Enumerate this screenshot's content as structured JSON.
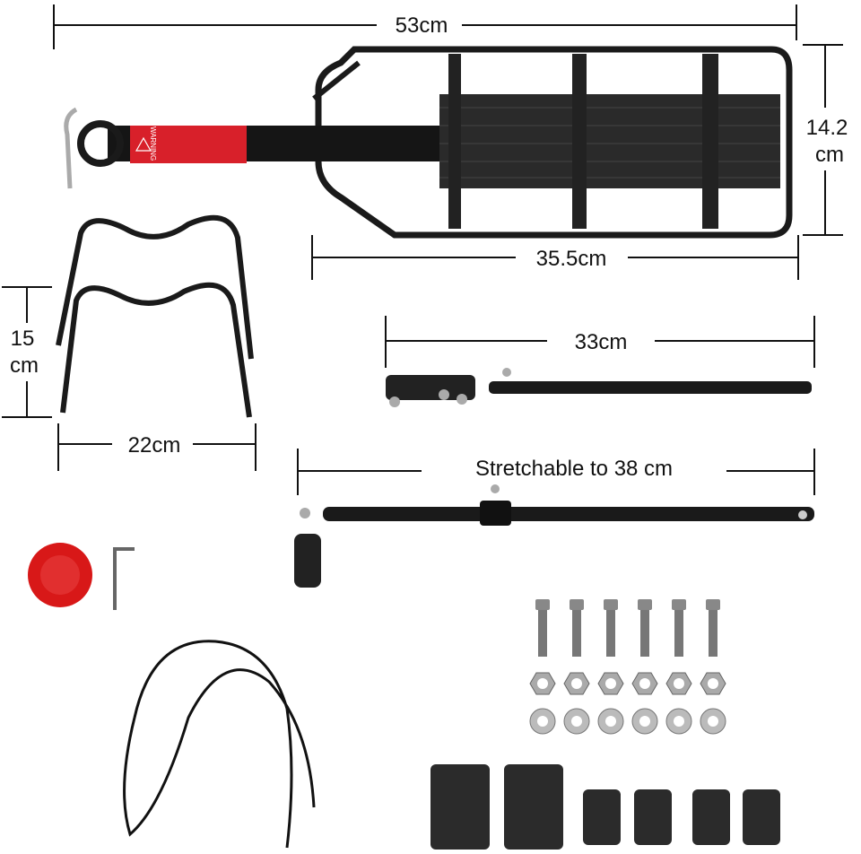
{
  "dimensions": {
    "rack_length": "53cm",
    "rack_height_line1": "14.2",
    "rack_height_line2": "cm",
    "platform_length": "35.5cm",
    "bracket_height_line1": "15",
    "bracket_height_line2": "cm",
    "bracket_width": "22cm",
    "support_arm_length": "33cm",
    "stretchable_arm": "Stretchable to 38 cm"
  },
  "warning_label": "WARNING",
  "colors": {
    "metal": "#1a1a1a",
    "warning_red": "#d8202a",
    "reflector_red": "#d81818",
    "line": "#111111"
  }
}
